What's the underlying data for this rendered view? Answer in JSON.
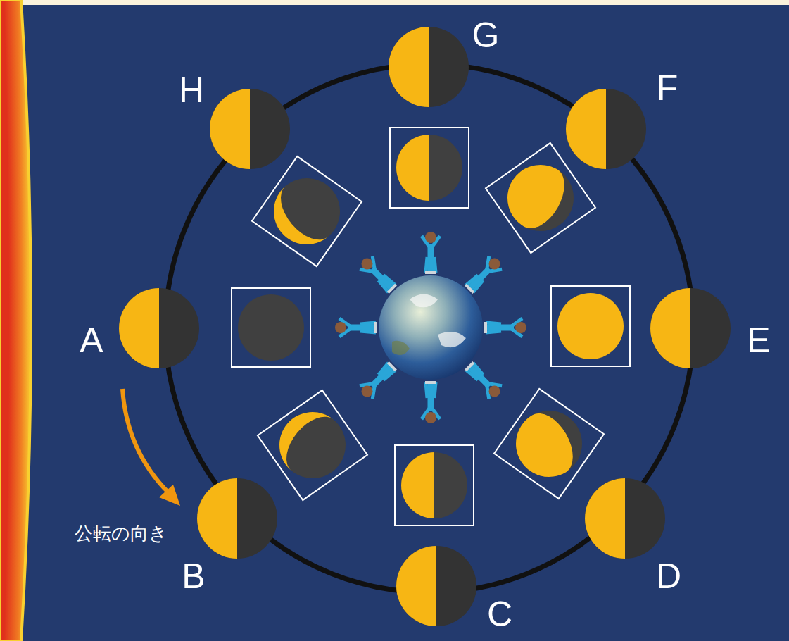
{
  "diagram": {
    "labels": [
      "G",
      "H",
      "F",
      "A",
      "E",
      "B",
      "C",
      "D",
      "公転の向き"
    ]
  }
}
